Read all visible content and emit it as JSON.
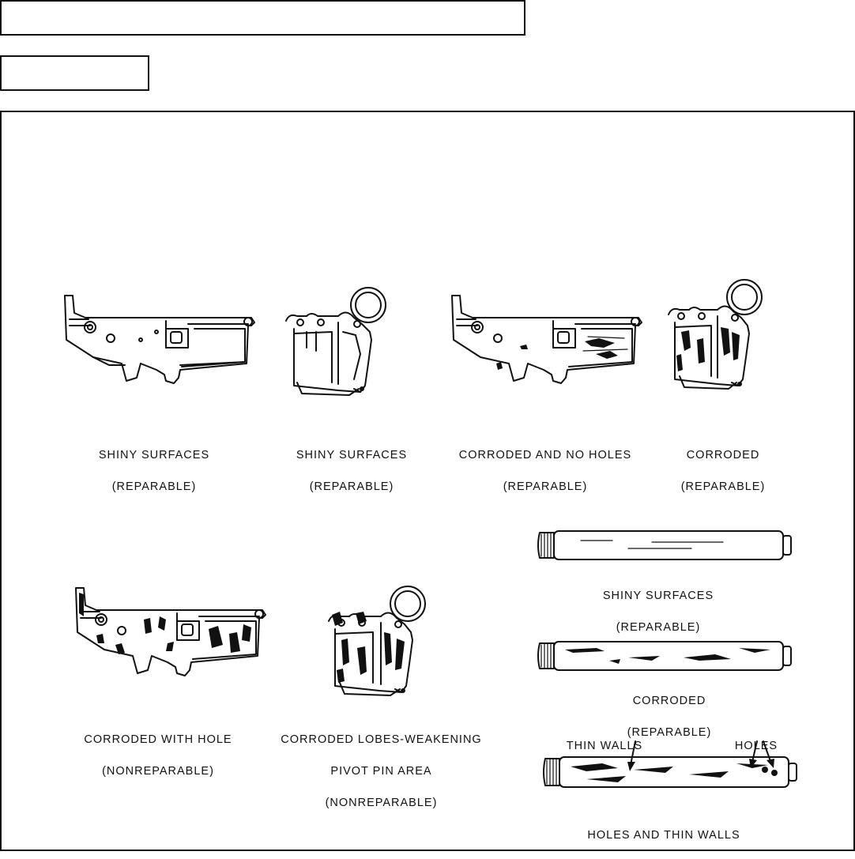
{
  "header": {
    "title_box_text": "",
    "subtitle_box_text": ""
  },
  "captions": {
    "receiver_shiny_side": {
      "line1": "SHINY SURFACES",
      "line2": "(REPARABLE)"
    },
    "receiver_shiny_end": {
      "line1": "SHINY SURFACES",
      "line2": "(REPARABLE)"
    },
    "receiver_corroded_no_holes": {
      "line1": "CORRODED AND NO HOLES",
      "line2": "(REPARABLE)"
    },
    "receiver_corroded_end": {
      "line1": "CORRODED",
      "line2": "(REPARABLE)"
    },
    "receiver_corroded_hole": {
      "line1": "CORRODED WITH HOLE",
      "line2": "(NONREPARABLE)"
    },
    "receiver_corroded_lobes": {
      "line1": "CORRODED LOBES-WEAKENING",
      "line2": "PIVOT PIN AREA",
      "line3": "(NONREPARABLE)"
    },
    "tube_shiny": {
      "line1": "SHINY SURFACES",
      "line2": "(REPARABLE)"
    },
    "tube_corroded": {
      "line1": "CORRODED",
      "line2": "(REPARABLE)"
    },
    "tube_holes": {
      "line1": "HOLES AND THIN WALLS"
    }
  },
  "callouts": {
    "thin_walls": "THIN WALLS",
    "holes": "HOLES"
  },
  "colors": {
    "ink": "#111111",
    "paper": "#ffffff"
  }
}
